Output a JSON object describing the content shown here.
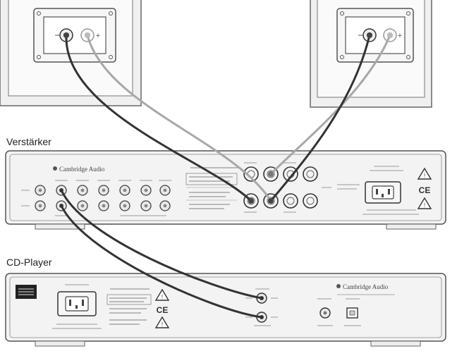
{
  "labels": {
    "amplifier": "Verstärker",
    "cd_player": "CD-Player"
  },
  "brand": "Cambridge Audio",
  "terminals": {
    "minus": "−",
    "plus": "+"
  },
  "ce_mark": "CE",
  "colors": {
    "black_cable": "#333333",
    "grey_cable": "#a8a8a8",
    "panel_fill": "#f2f2f2",
    "outline": "#555555"
  },
  "icons": {
    "warning": "warning-triangle-icon",
    "power": "iec-power-socket-icon"
  }
}
